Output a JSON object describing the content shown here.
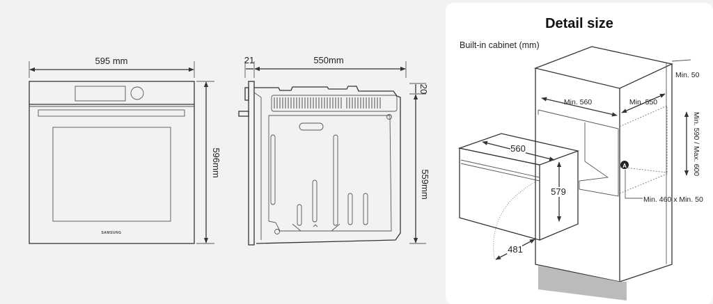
{
  "front_view": {
    "width_label": "595 mm",
    "height_label": "596mm",
    "brand": "SAMSUNG"
  },
  "side_view": {
    "door_label": "21",
    "depth_label": "550mm",
    "top_gap_label": "20",
    "height_label": "559mm"
  },
  "detail_panel": {
    "title": "Detail size",
    "subtitle": "Built-in cabinet (mm)",
    "labels": {
      "rear_gap": "Min. 50",
      "cabinet_width": "Min. 560",
      "cabinet_depth": "Min. 550",
      "cabinet_height": "Min. 590 / Max. 600",
      "vent_opening": "Min. 460 x Min. 50",
      "oven_width": "560",
      "oven_height": "579",
      "door_swing": "481",
      "marker": "A"
    }
  }
}
